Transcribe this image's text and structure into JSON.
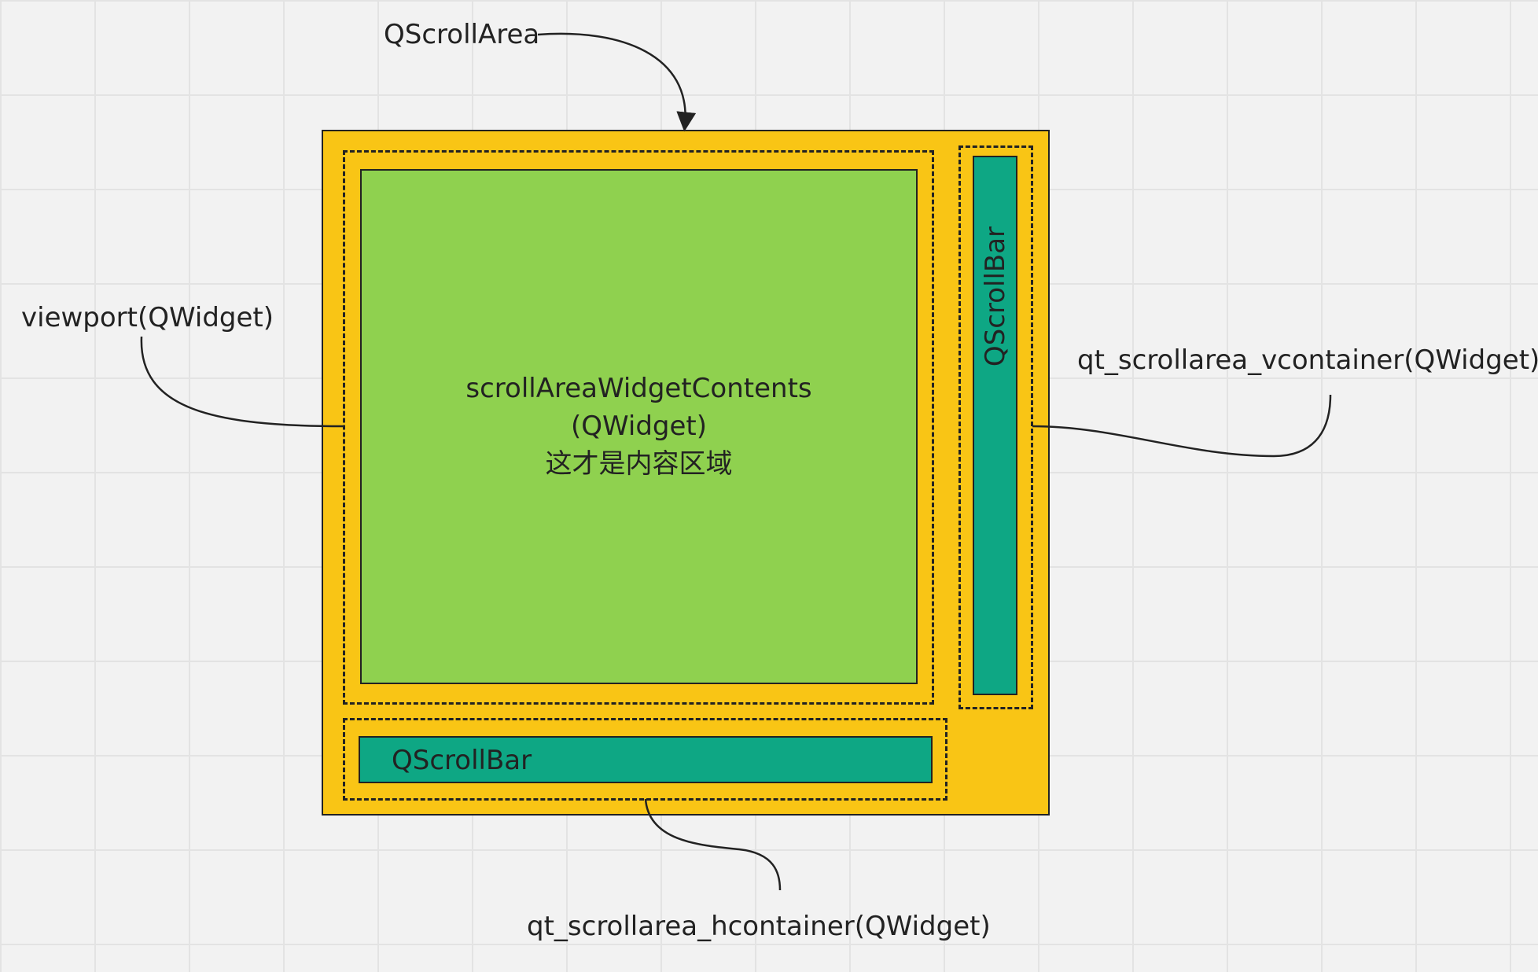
{
  "labels": {
    "qscrollarea": "QScrollArea",
    "viewport": "viewport(QWidget)",
    "vcontainer": "qt_scrollarea_vcontainer(QWidget)",
    "hcontainer": "qt_scrollarea_hcontainer(QWidget)",
    "vscrollbar": "QScrollBar",
    "hscrollbar": "QScrollBar"
  },
  "content": {
    "line1": "scrollAreaWidgetContents",
    "line2": "(QWidget)",
    "line3": "这才是内容区域"
  },
  "colors": {
    "scrollarea_fill": "#f9c515",
    "content_fill": "#8fd14f",
    "scrollbar_fill": "#0ea784",
    "stroke": "#222222",
    "background": "#f2f2f2",
    "grid": "#e3e3e3"
  }
}
